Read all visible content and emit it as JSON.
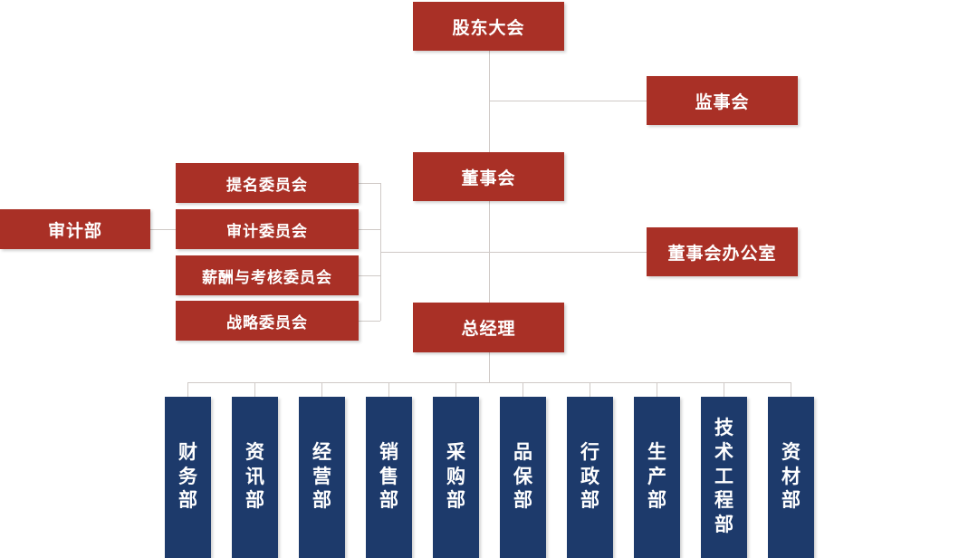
{
  "chart_data": {
    "type": "diagram",
    "title": "",
    "diagram_kind": "organizational-chart",
    "colors": {
      "red": "#a93026",
      "navy": "#1d3a6b",
      "line": "#cfc9c6",
      "text": "#ffffff",
      "background": "#ffffff"
    },
    "nodes": [
      {
        "id": "shareholders",
        "label": "股东大会",
        "color": "red",
        "level": 0
      },
      {
        "id": "supervisory",
        "label": "监事会",
        "color": "red",
        "level": 1
      },
      {
        "id": "board",
        "label": "董事会",
        "color": "red",
        "level": 2
      },
      {
        "id": "board-office",
        "label": "董事会办公室",
        "color": "red",
        "level": 3
      },
      {
        "id": "general-manager",
        "label": "总经理",
        "color": "red",
        "level": 4
      },
      {
        "id": "audit-dept",
        "label": "审计部",
        "color": "red",
        "level": 3
      },
      {
        "id": "committee-nomination",
        "label": "提名委员会",
        "color": "red",
        "level": 3
      },
      {
        "id": "committee-audit",
        "label": "审计委员会",
        "color": "red",
        "level": 3
      },
      {
        "id": "committee-remuneration",
        "label": "薪酬与考核委员会",
        "color": "red",
        "level": 3
      },
      {
        "id": "committee-strategy",
        "label": "战略委员会",
        "color": "red",
        "level": 3
      },
      {
        "id": "dept-finance",
        "label": "财务部",
        "color": "navy",
        "level": 5
      },
      {
        "id": "dept-information",
        "label": "资讯部",
        "color": "navy",
        "level": 5
      },
      {
        "id": "dept-operations",
        "label": "经营部",
        "color": "navy",
        "level": 5
      },
      {
        "id": "dept-sales",
        "label": "销售部",
        "color": "navy",
        "level": 5
      },
      {
        "id": "dept-purchasing",
        "label": "采购部",
        "color": "navy",
        "level": 5
      },
      {
        "id": "dept-quality",
        "label": "品保部",
        "color": "navy",
        "level": 5
      },
      {
        "id": "dept-administration",
        "label": "行政部",
        "color": "navy",
        "level": 5
      },
      {
        "id": "dept-production",
        "label": "生产部",
        "color": "navy",
        "level": 5
      },
      {
        "id": "dept-engineering",
        "label": "技术工程部",
        "color": "navy",
        "level": 5
      },
      {
        "id": "dept-materials",
        "label": "资材部",
        "color": "navy",
        "level": 5
      }
    ],
    "edges": [
      {
        "from": "shareholders",
        "to": "supervisory"
      },
      {
        "from": "shareholders",
        "to": "board"
      },
      {
        "from": "board",
        "to": "board-office"
      },
      {
        "from": "board",
        "to": "committee-nomination"
      },
      {
        "from": "board",
        "to": "committee-audit"
      },
      {
        "from": "board",
        "to": "committee-remuneration"
      },
      {
        "from": "board",
        "to": "committee-strategy"
      },
      {
        "from": "committee-audit",
        "to": "audit-dept"
      },
      {
        "from": "board",
        "to": "general-manager"
      },
      {
        "from": "general-manager",
        "to": "dept-finance"
      },
      {
        "from": "general-manager",
        "to": "dept-information"
      },
      {
        "from": "general-manager",
        "to": "dept-operations"
      },
      {
        "from": "general-manager",
        "to": "dept-sales"
      },
      {
        "from": "general-manager",
        "to": "dept-purchasing"
      },
      {
        "from": "general-manager",
        "to": "dept-quality"
      },
      {
        "from": "general-manager",
        "to": "dept-administration"
      },
      {
        "from": "general-manager",
        "to": "dept-production"
      },
      {
        "from": "general-manager",
        "to": "dept-engineering"
      },
      {
        "from": "general-manager",
        "to": "dept-materials"
      }
    ]
  },
  "org": {
    "top": {
      "shareholders": "股东大会",
      "supervisory": "监事会",
      "board": "董事会",
      "board_office": "董事会办公室",
      "general_manager": "总经理",
      "audit_dept": "审计部"
    },
    "committees": [
      {
        "label": "提名委员会"
      },
      {
        "label": "审计委员会"
      },
      {
        "label": "薪酬与考核委员会"
      },
      {
        "label": "战略委员会"
      }
    ],
    "departments": [
      {
        "label": "财务部"
      },
      {
        "label": "资讯部"
      },
      {
        "label": "经营部"
      },
      {
        "label": "销售部"
      },
      {
        "label": "采购部"
      },
      {
        "label": "品保部"
      },
      {
        "label": "行政部"
      },
      {
        "label": "生产部"
      },
      {
        "label": "技术工程部"
      },
      {
        "label": "资材部"
      }
    ]
  }
}
